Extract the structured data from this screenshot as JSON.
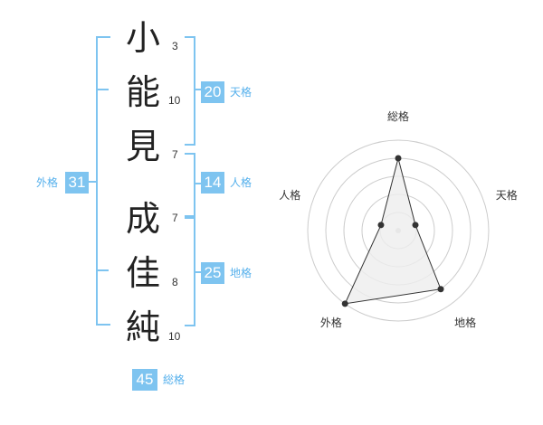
{
  "name": {
    "surname": [
      {
        "char": "小",
        "strokes": "3"
      },
      {
        "char": "能",
        "strokes": "10"
      },
      {
        "char": "見",
        "strokes": "7"
      }
    ],
    "given": [
      {
        "char": "成",
        "strokes": "7"
      },
      {
        "char": "佳",
        "strokes": "8"
      },
      {
        "char": "純",
        "strokes": "10"
      }
    ]
  },
  "fortune": {
    "tenkaku": {
      "value": "20",
      "label": "天格"
    },
    "jinkaku": {
      "value": "14",
      "label": "人格"
    },
    "chikaku": {
      "value": "25",
      "label": "地格"
    },
    "gaikaku": {
      "value": "31",
      "label": "外格"
    },
    "soukaku": {
      "value": "45",
      "label": "総格"
    }
  },
  "radar": {
    "axes": [
      "総格",
      "天格",
      "地格",
      "外格",
      "人格"
    ],
    "levels": 5,
    "values": [
      4,
      1,
      4,
      5,
      1
    ],
    "stroke_color": "#333333",
    "fill_color": "#ededed",
    "grid_color": "#cccccc"
  },
  "colors": {
    "accent": "#7ec4f0"
  }
}
